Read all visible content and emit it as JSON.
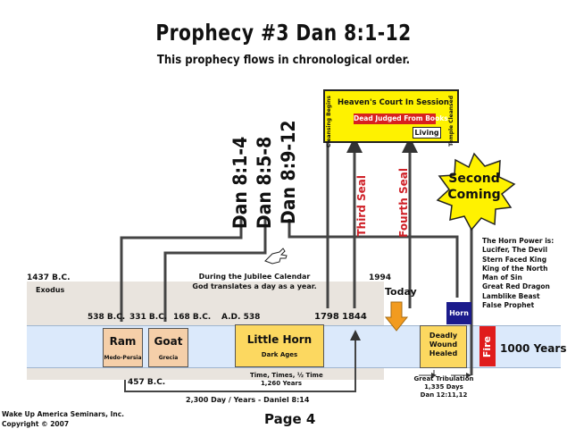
{
  "header": {
    "title": "Prophecy #3  Dan 8:1-12",
    "subtitle": "This prophecy flows in chronological order."
  },
  "dates": {
    "exodus_year": "1437 B.C.",
    "exodus_label": "Exodus",
    "d538bc": "538 B.C.",
    "d331bc": "331 B.C.",
    "d168bc": "168 B.C.",
    "ad538": "A.D. 538",
    "d1798": "1798",
    "d1844": "1844",
    "d1994": "1994",
    "d457bc": "457 B.C."
  },
  "jubilee_note": {
    "line1": "During the Jubilee Calendar",
    "line2": "God translates a day as a year."
  },
  "today_label": "Today",
  "scripture_labels": [
    "Dan 8:1-4",
    "Dan 8:5-8",
    "Dan 8:9-12"
  ],
  "boxes": {
    "ram": {
      "title": "Ram",
      "sub": "Medo-Persia"
    },
    "goat": {
      "title": "Goat",
      "sub": "Grecia"
    },
    "little_horn": {
      "title": "Little Horn",
      "sub": "Dark Ages"
    },
    "deadly_wound": {
      "line1": "Deadly",
      "line2": "Wound",
      "line3": "Healed"
    },
    "horn": "Horn",
    "fire": "Fire",
    "thousand_years": "1000 Years"
  },
  "time_note": {
    "line1": "Time, Times, ½ Time",
    "line2": "1,260 Years"
  },
  "great_tribulation": {
    "line1": "Great Tribulation",
    "line2": "1,335 Days",
    "line3": "Dan 12:11,12"
  },
  "day_year_bar": "2,300 Day / Years - Daniel 8:14",
  "seals": {
    "third": "Third Seal",
    "fourth": "Fourth Seal"
  },
  "heavens_court": {
    "title": "Heaven's Court In Session",
    "judged": "Dead Judged From Books",
    "living": "Living",
    "left_side": "Cleansing Begins",
    "right_side": "Temple Cleansed"
  },
  "second_coming": {
    "line1": "Second",
    "line2": "Coming"
  },
  "horn_power": {
    "heading": "The Horn Power is:",
    "items": [
      "Lucifer, The Devil",
      "Stern Faced King",
      "King of the North",
      "Man of Sin",
      "Great Red Dragon",
      "Lamblike Beast",
      "False Prophet"
    ]
  },
  "footer": {
    "org_line1": "Wake Up America Seminars, Inc.",
    "org_line2": "Copyright © 2007",
    "page": "Page 4"
  },
  "colors": {
    "timeline": "#dbe9fb",
    "background_band": "#e9e4de",
    "box_tan": "#f5cfa9",
    "box_yellow": "#fcd860",
    "court_yellow": "#fef200",
    "horn_blue": "#1b1b8c",
    "fire_red": "#e01c1c",
    "seal_red": "#cf1f26",
    "today_orange": "#f29b1f"
  }
}
